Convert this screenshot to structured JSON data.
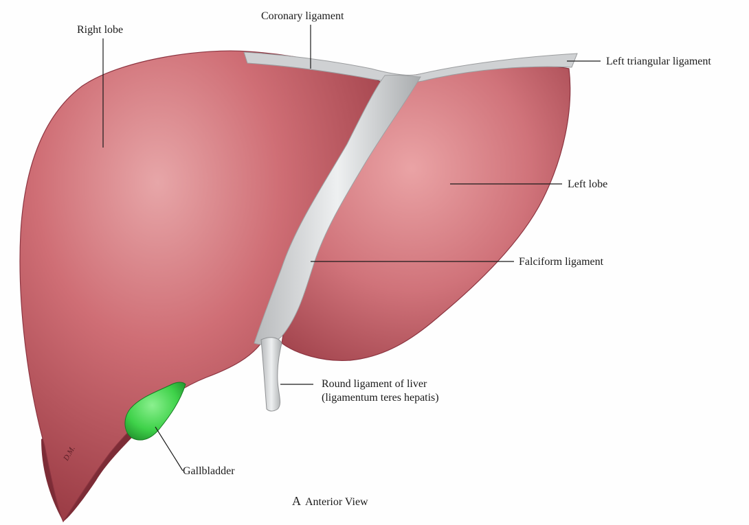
{
  "labels": {
    "right_lobe": "Right lobe",
    "coronary_ligament": "Coronary ligament",
    "left_triangular_ligament": "Left triangular ligament",
    "left_lobe": "Left lobe",
    "falciform_ligament": "Falciform ligament",
    "round_ligament_line1": "Round ligament of liver",
    "round_ligament_line2": "(ligamentum teres hepatis)",
    "gallbladder": "Gallbladder"
  },
  "caption": {
    "plate": "A",
    "view": "Anterior View"
  },
  "artist_initials": "D.M.",
  "colors": {
    "liver": "#c25a63",
    "liver_highlight": "#e29a9d",
    "liver_shadow": "#8e3640",
    "ligament": "#d4d6d8",
    "gallbladder": "#3fd24a",
    "leader_line": "#1a1a1a"
  }
}
